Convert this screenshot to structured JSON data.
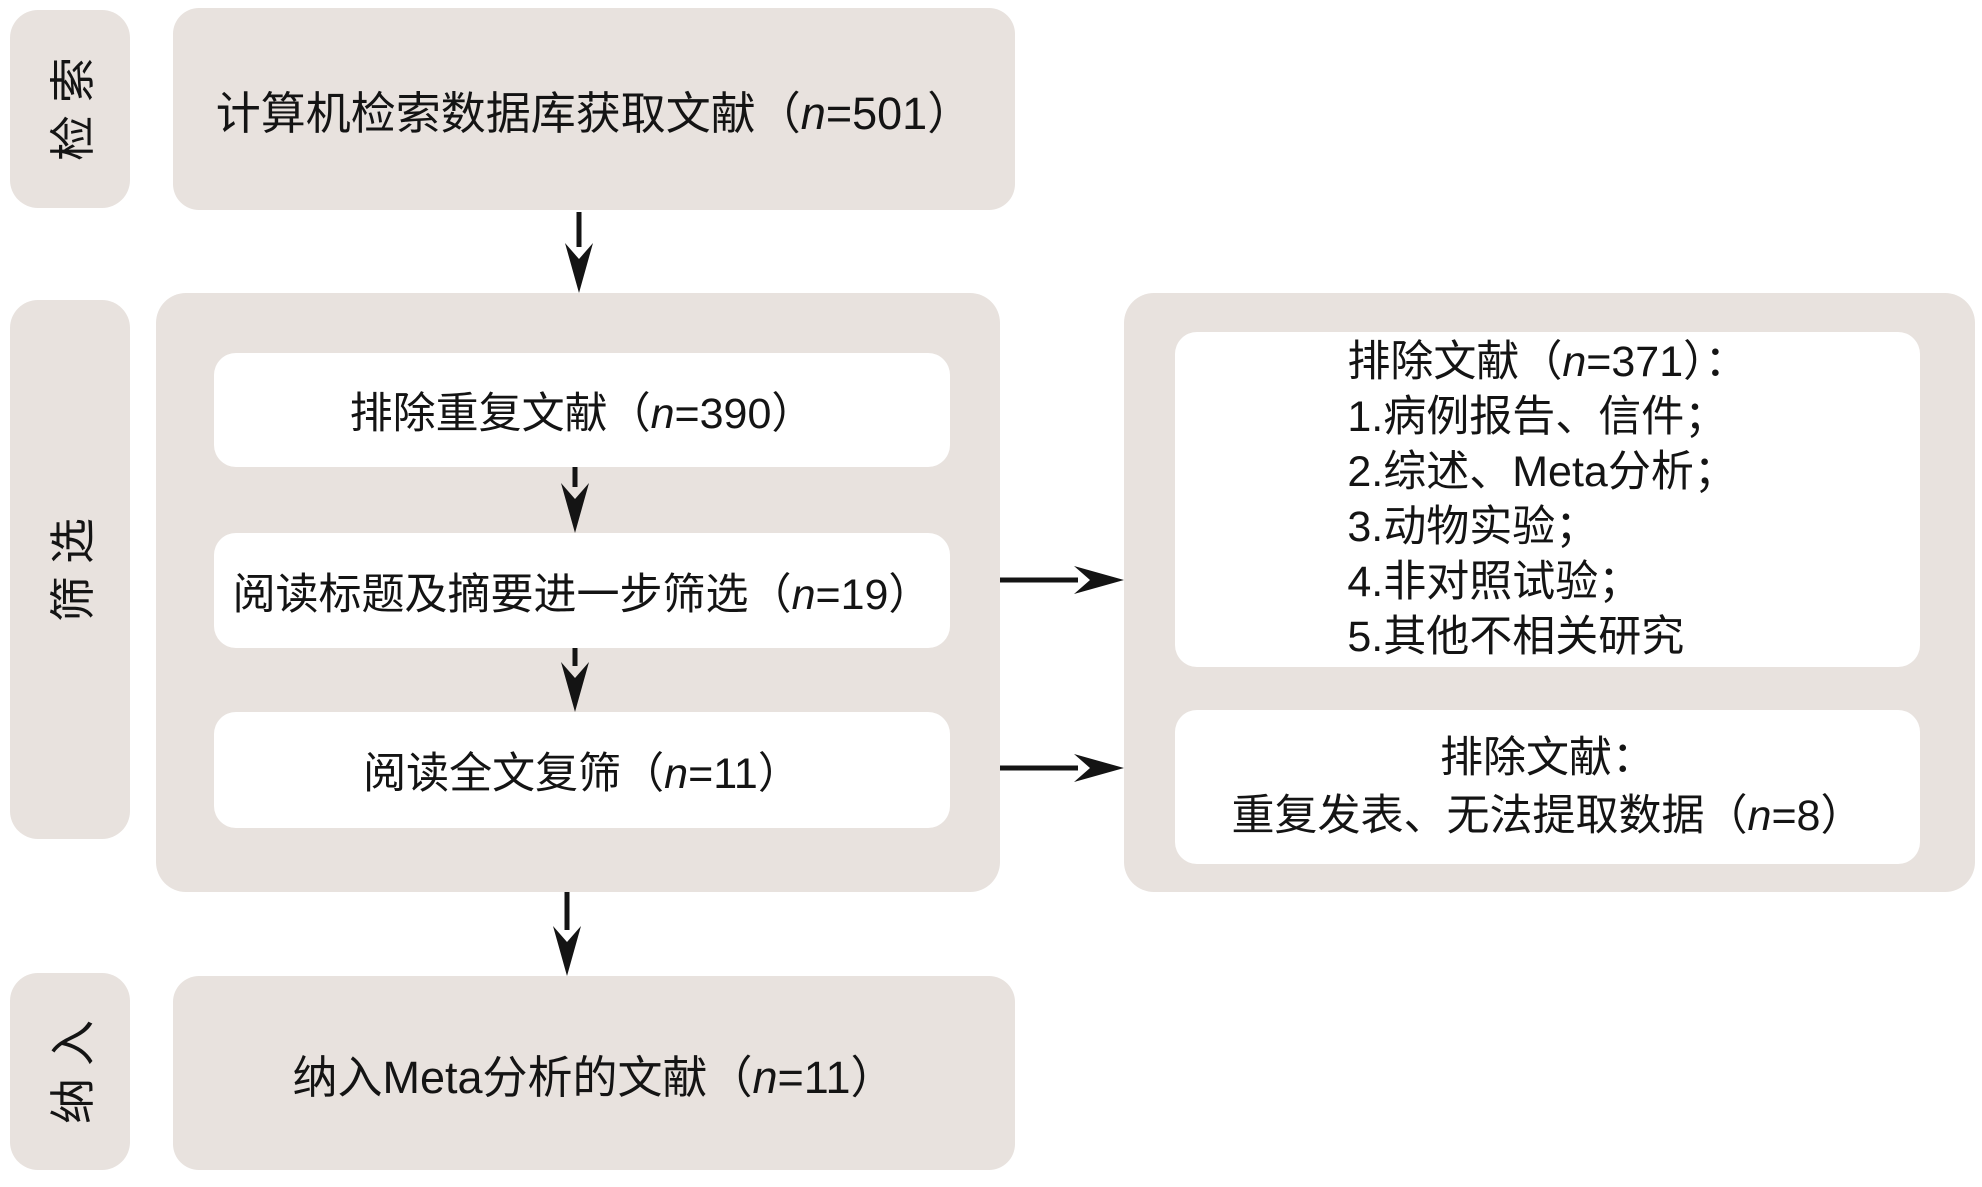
{
  "diagram": {
    "type": "literature-screening-flow",
    "stages": [
      {
        "label": "检索"
      },
      {
        "label": "筛选"
      },
      {
        "label": "纳入"
      }
    ],
    "nodes": {
      "search": "计算机检索数据库获取文献（n=501）",
      "dedup": "排除重复文献（n=390）",
      "title_abstract_screen": "阅读标题及摘要进一步筛选（n=19）",
      "full_text_screen": "阅读全文复筛（n=11）",
      "included": "纳入Meta分析的文献（n=11）",
      "excluded_primary": {
        "lines": [
          "排除文献（n=371）：",
          "1.病例报告、信件；",
          "2.综述、Meta分析；",
          "3.动物实验；",
          "4.非对照试验；",
          "5.其他不相关研究"
        ]
      },
      "excluded_fulltext": {
        "lines": [
          "排除文献：",
          "重复发表、无法提取数据（n=8）"
        ]
      }
    },
    "colors": {
      "panel_bg": "#e8e2de",
      "node_bg": "#ffffff",
      "text": "#141414",
      "arrow": "#141414",
      "canvas_bg": "#ffffff"
    }
  }
}
